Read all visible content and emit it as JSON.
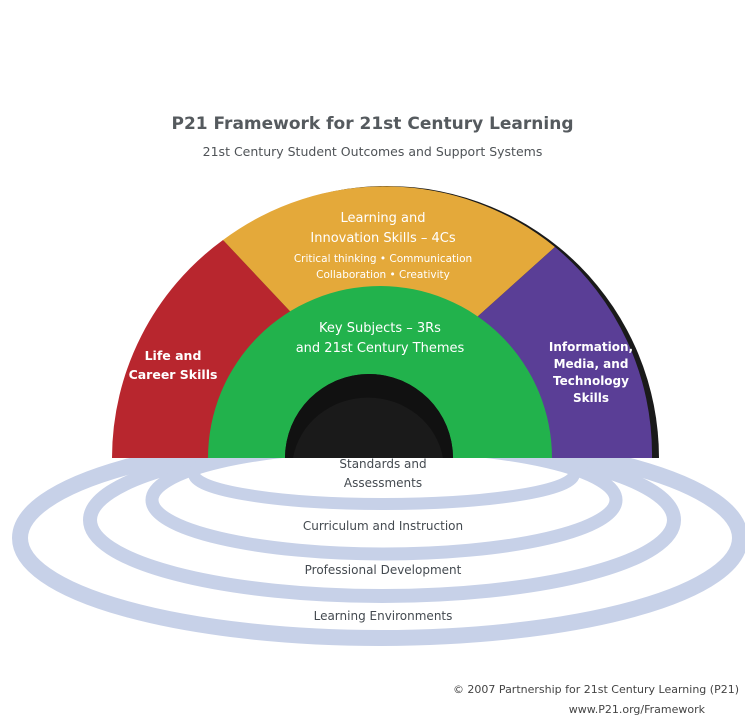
{
  "header": {
    "title": "P21 Framework for 21st Century Learning",
    "subtitle": "21st Century Student Outcomes and Support Systems"
  },
  "arch": {
    "left": {
      "line1": "Life and",
      "line2": "Career Skills",
      "color": "#b8262e"
    },
    "top": {
      "line1": "Learning and",
      "line2": "Innovation Skills – 4Cs",
      "line3": "Critical thinking • Communication",
      "line4": "Collaboration • Creativity",
      "color": "#e4a93a"
    },
    "right": {
      "line1": "Information,",
      "line2": "Media, and",
      "line3": "Technology",
      "line4": "Skills",
      "color": "#5a3e96"
    },
    "center": {
      "line1": "Key Subjects – 3Rs",
      "line2": "and 21st Century Themes",
      "color": "#22b24c"
    }
  },
  "support_rings": {
    "ring1": {
      "line1": "Standards and",
      "line2": "Assessments"
    },
    "ring2": "Curriculum and Instruction",
    "ring3": "Professional Development",
    "ring4": "Learning Environments",
    "color": "#c7d1e8"
  },
  "footer": {
    "copyright": "© 2007  Partnership for 21st Century Learning (P21)",
    "url": "www.P21.org/Framework"
  }
}
